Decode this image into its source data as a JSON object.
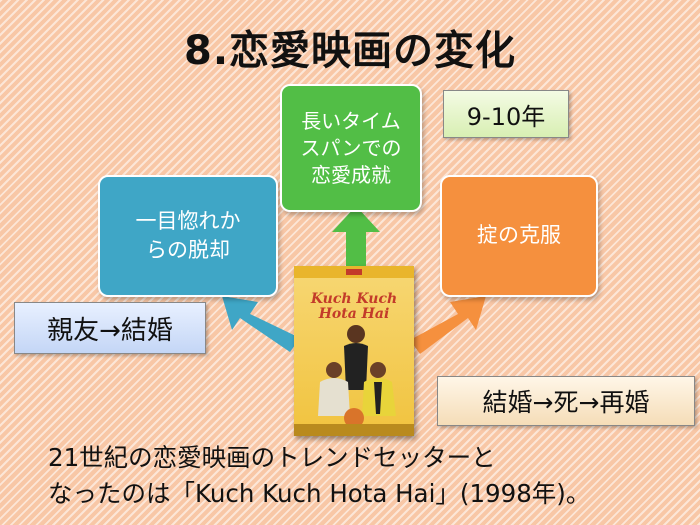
{
  "title": "8.恋愛映画の変化",
  "boxes": {
    "left": {
      "line1": "一目惚れか",
      "line2": "らの脱却"
    },
    "center": {
      "line1": "長いタイム",
      "line2": "スパンでの",
      "line3": "恋愛成就"
    },
    "right": {
      "text": "掟の克服"
    }
  },
  "tags": {
    "years": "9-10年",
    "friend": "親友→結婚",
    "death": "結婚→死→再婚"
  },
  "poster": {
    "title_line1": "Kuch Kuch",
    "title_line2": "Hota Hai"
  },
  "caption": {
    "line1": "21世紀の恋愛映画のトレンドセッターと",
    "line2": "なったのは「Kuch Kuch Hota Hai」(1998年)。"
  },
  "colors": {
    "teal": "#3fa6c6",
    "green": "#52be46",
    "orange": "#f5903e",
    "background": "#f8c7a6"
  }
}
